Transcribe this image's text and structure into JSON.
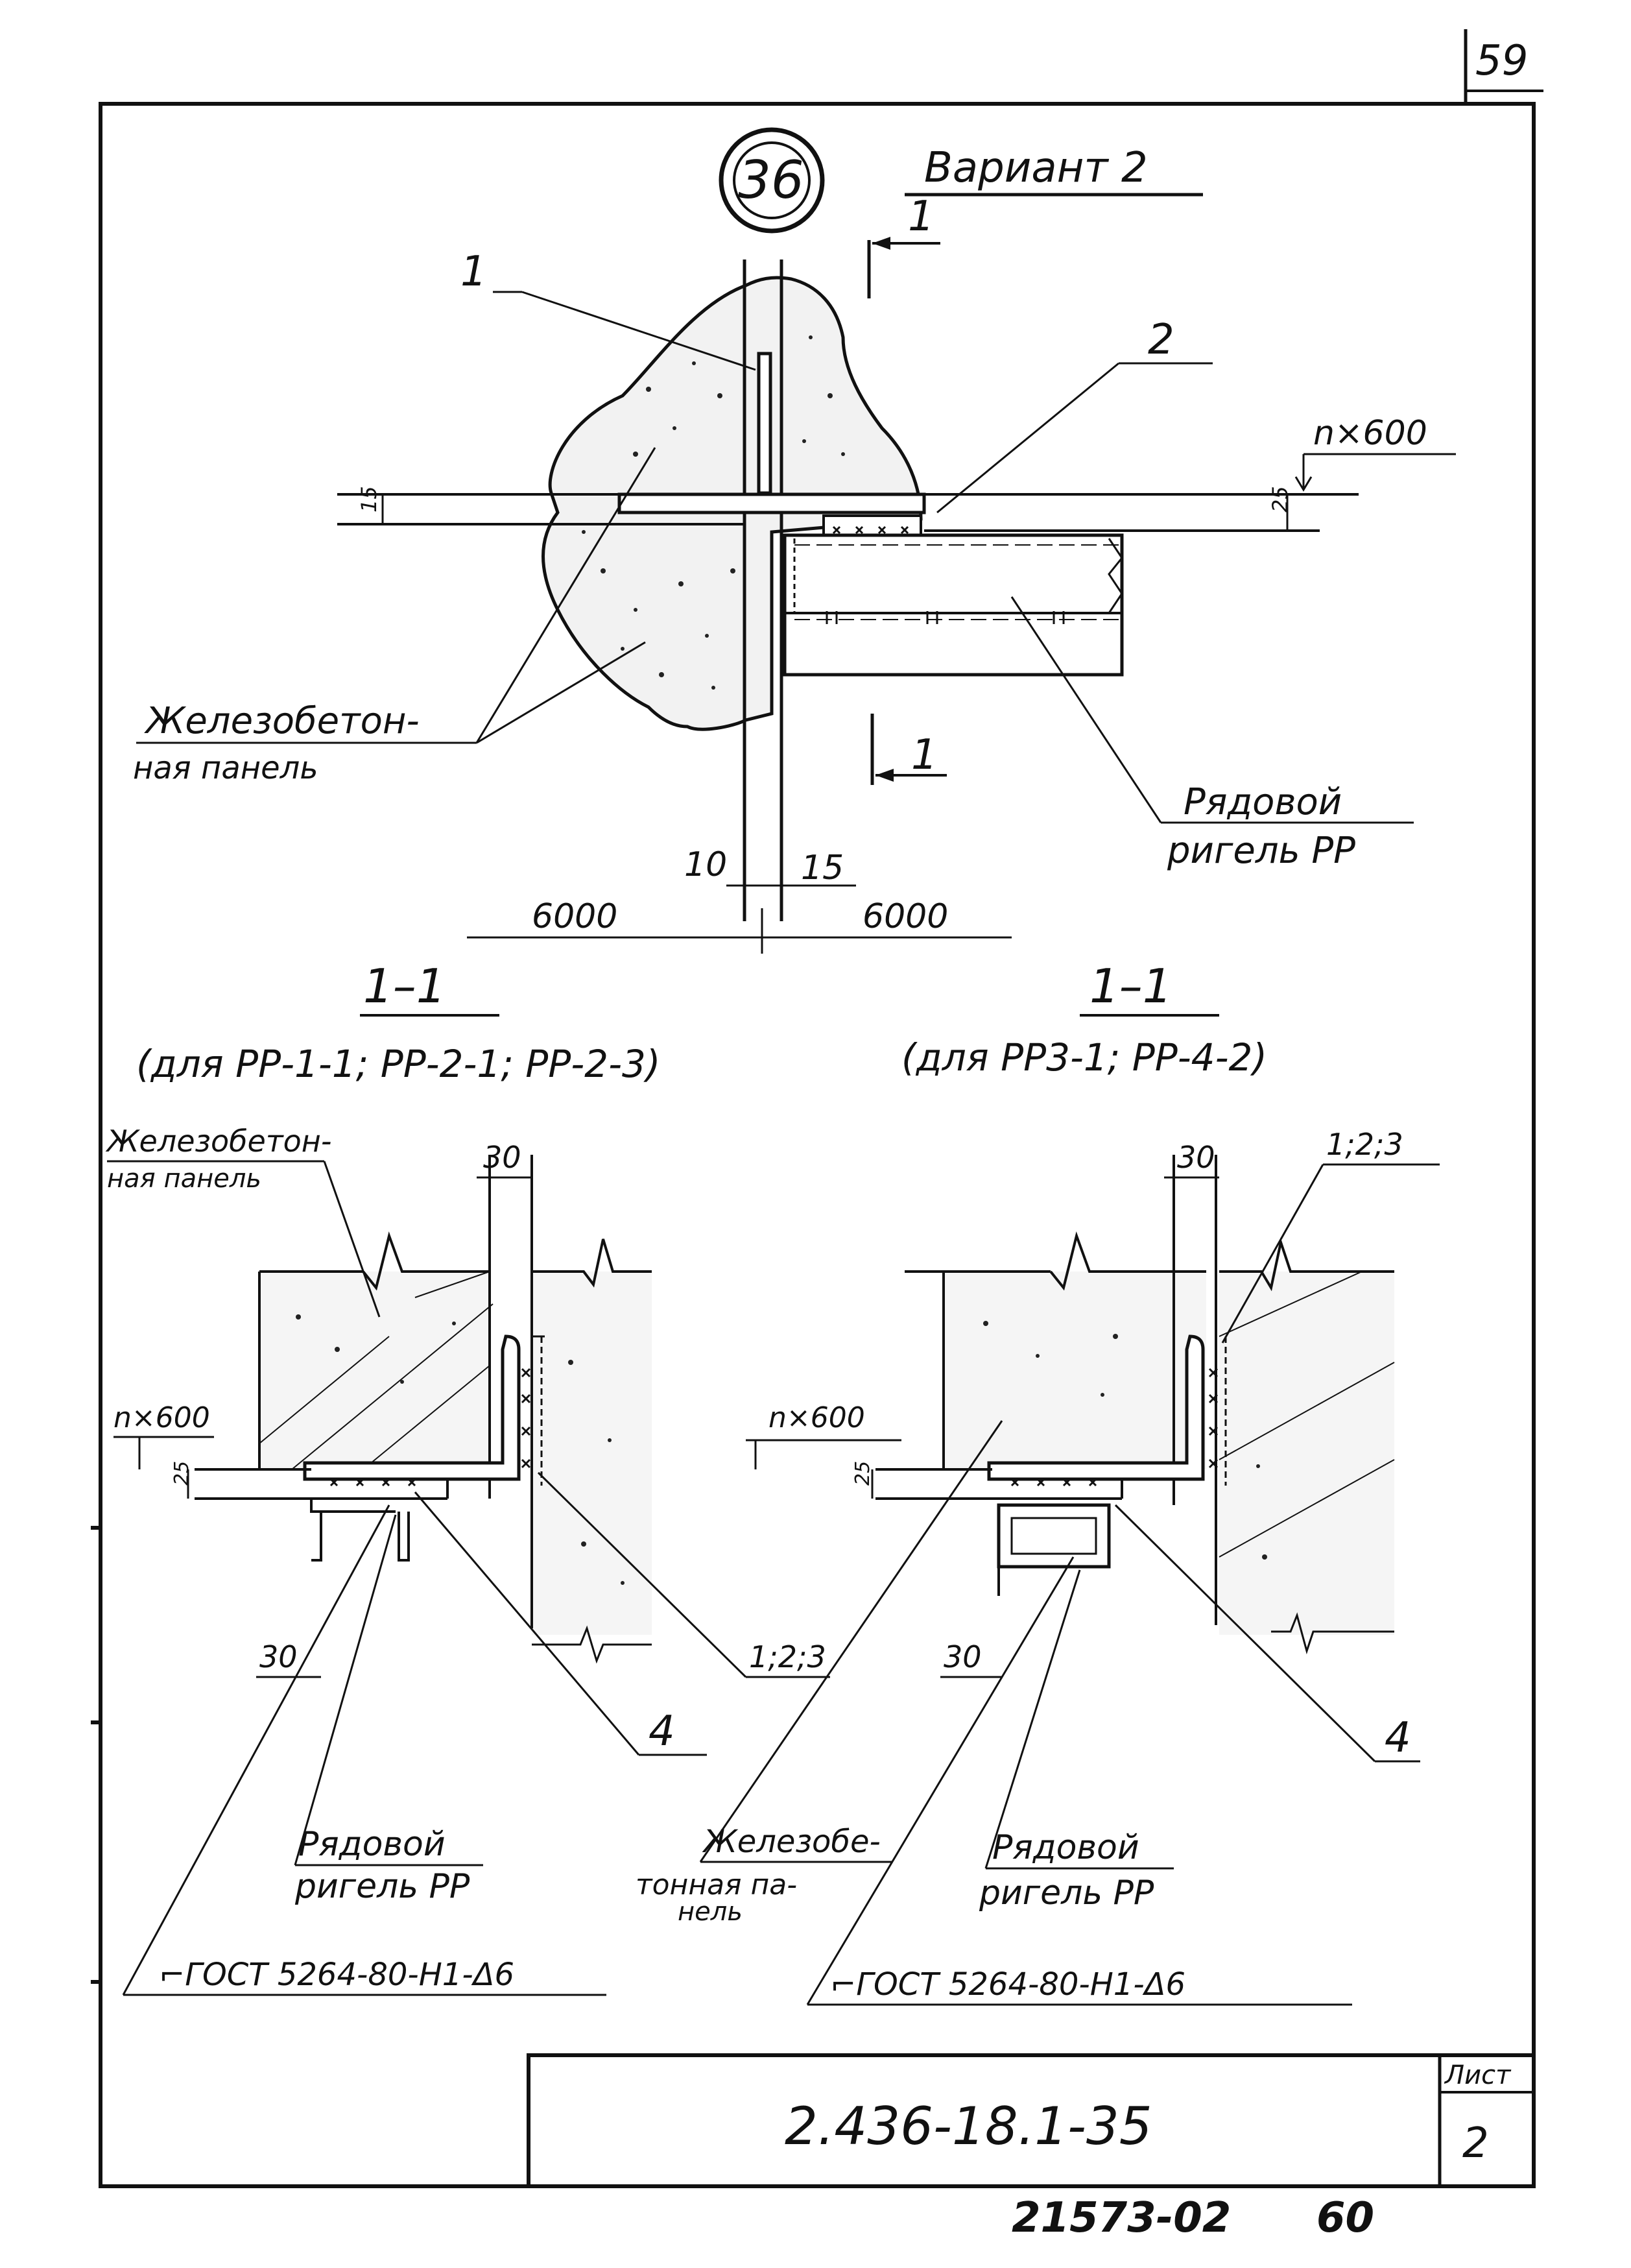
{
  "sheet": {
    "page_number": "59",
    "document_code": "2.436-18.1-35",
    "sheet_label": "Лист",
    "sheet_number": "2",
    "archive_number": "21573-02",
    "archive_suffix": "60"
  },
  "plan": {
    "node_number": "36",
    "variant": "Вариант 2",
    "section_mark": "1",
    "callout_1": "1",
    "callout_2": "2",
    "level": "n×600",
    "dim_15": "15",
    "dim_25": "25",
    "panel_label_1": "Железобетон-",
    "panel_label_2": "ная панель",
    "girder_label_1": "Рядовой",
    "girder_label_2": "ригель РР",
    "dim_10": "10",
    "dim_15b": "15",
    "span_left": "6000",
    "span_right": "6000"
  },
  "section_left": {
    "title": "1–1",
    "subtitle": "(для РР-1-1; РР-2-1; РР-2-3)",
    "panel_label_1": "Железобетон-",
    "panel_label_2": "ная панель",
    "dim_30_top": "30",
    "level": "n×600",
    "dim_25": "25",
    "dim_30_bottom": "30",
    "callout_123": "1;2;3",
    "callout_4": "4",
    "girder_label_1": "Рядовой",
    "girder_label_2": "ригель РР",
    "weld_note": "⌐ГОСТ 5264-80-Н1-Δ6"
  },
  "section_right": {
    "title": "1–1",
    "subtitle": "(для РР3-1; РР-4-2)",
    "dim_30_top": "30",
    "callout_123": "1;2;3",
    "level": "n×600",
    "dim_25": "25",
    "dim_30_bottom": "30",
    "callout_4": "4",
    "panel_label_1": "Железобе-",
    "panel_label_2": "тонная па-",
    "panel_label_3": "нель",
    "girder_label_1": "Рядовой",
    "girder_label_2": "ригель РР",
    "weld_note": "⌐ГОСТ 5264-80-Н1-Δ6"
  }
}
